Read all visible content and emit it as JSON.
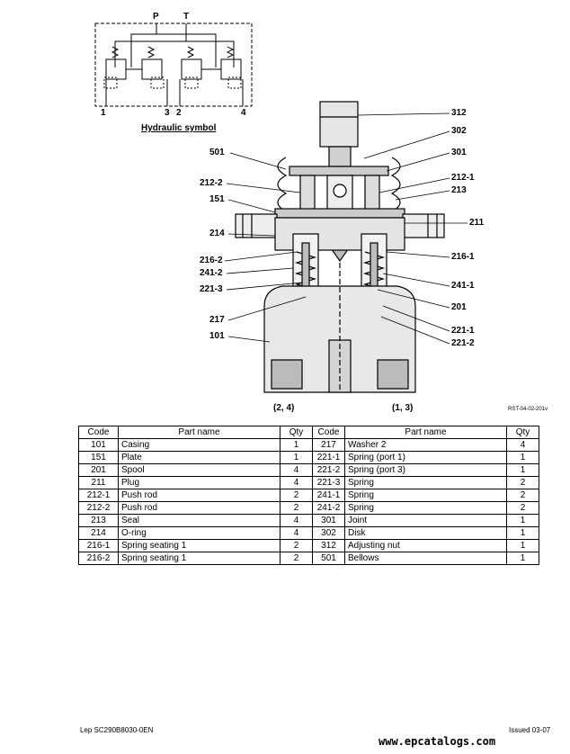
{
  "hydraulic": {
    "title": "Hydraulic symbol",
    "ports": {
      "p": "P",
      "t": "T",
      "p1": "1",
      "p3": "3",
      "p2": "2",
      "p4": "4"
    }
  },
  "callouts": {
    "c312": "312",
    "c302": "302",
    "c301": "301",
    "c501": "501",
    "c212_2": "212-2",
    "c212_1": "212-1",
    "c213": "213",
    "c151": "151",
    "c211": "211",
    "c214": "214",
    "c216_2": "216-2",
    "c216_1": "216-1",
    "c241_2": "241-2",
    "c221_3": "221-3",
    "c241_1": "241-1",
    "c201": "201",
    "c217": "217",
    "c221_1": "221-1",
    "c101": "101",
    "c221_2": "221-2"
  },
  "figure": {
    "code": "RST-04-02-201v",
    "view_left": "(2, 4)",
    "view_right": "(1, 3)"
  },
  "table": {
    "headers": [
      "Code",
      "Part name",
      "Qty",
      "Code",
      "Part name",
      "Qty"
    ],
    "rows": [
      [
        "101",
        "Casing",
        "1",
        "217",
        "Washer 2",
        "4"
      ],
      [
        "151",
        "Plate",
        "1",
        "221-1",
        "Spring (port 1)",
        "1"
      ],
      [
        "201",
        "Spool",
        "4",
        "221-2",
        "Spring (port 3)",
        "1"
      ],
      [
        "211",
        "Plug",
        "4",
        "221-3",
        "Spring",
        "2"
      ],
      [
        "212-1",
        "Push rod",
        "2",
        "241-1",
        "Spring",
        "2"
      ],
      [
        "212-2",
        "Push rod",
        "2",
        "241-2",
        "Spring",
        "2"
      ],
      [
        "213",
        "Seal",
        "4",
        "301",
        "Joint",
        "1"
      ],
      [
        "214",
        "O-ring",
        "4",
        "302",
        "Disk",
        "1"
      ],
      [
        "216-1",
        "Spring seating 1",
        "2",
        "312",
        "Adjusting nut",
        "1"
      ],
      [
        "216-2",
        "Spring seating 1",
        "2",
        "501",
        "Bellows",
        "1"
      ]
    ]
  },
  "footer": {
    "left": "Lep SC290B8030-0EN",
    "right": "Issued 03-07",
    "watermark": "www.epcatalogs.com"
  }
}
